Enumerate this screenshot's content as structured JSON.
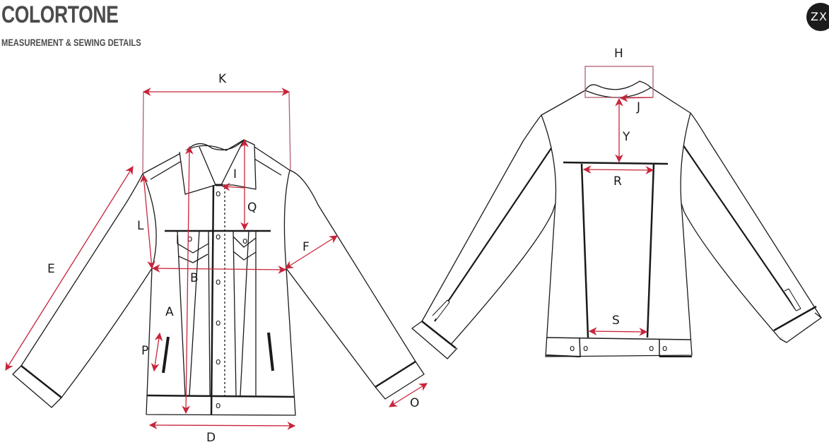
{
  "header": {
    "brand": "COLORTONE",
    "subtitle": "MEASUREMENT & SEWING DETAILS",
    "logo_text": "ZX"
  },
  "colors": {
    "measure_line": "#c8243a",
    "outline": "#1a1a1a",
    "heading": "#4d4b4d",
    "logo_bg": "#1d1c1d"
  },
  "front_view": {
    "labels": {
      "K": "K",
      "I": "I",
      "Q": "Q",
      "L": "L",
      "E": "E",
      "F": "F",
      "B": "B",
      "A": "A",
      "P": "P",
      "D": "D",
      "O": "O"
    },
    "button_glyph": "o"
  },
  "back_view": {
    "labels": {
      "H": "H",
      "J": "J",
      "Y": "Y",
      "R": "R",
      "S": "S"
    },
    "button_glyph": "o"
  }
}
